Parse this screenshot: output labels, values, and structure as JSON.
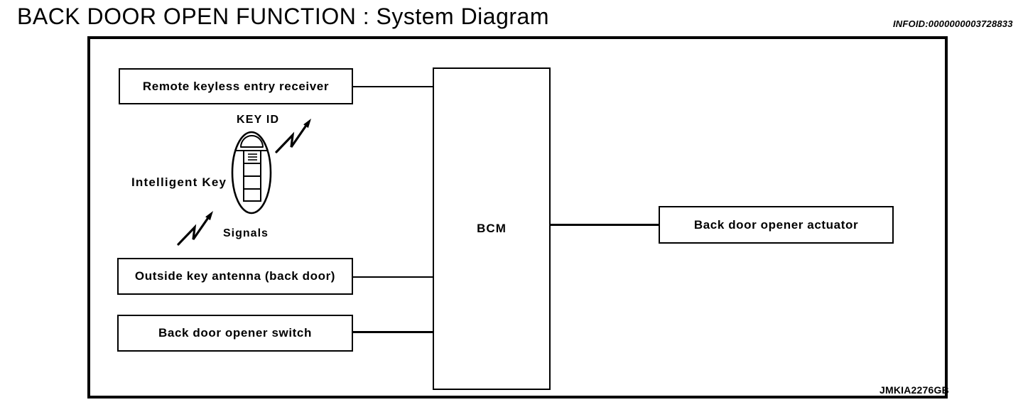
{
  "page": {
    "title": "BACK DOOR OPEN FUNCTION : System Diagram",
    "infoid": "INFOID:0000000003728833",
    "figure_code": "JMKIA2276GB"
  },
  "diagram": {
    "boxes": {
      "remote_keyless_entry_receiver": "Remote keyless entry receiver",
      "outside_key_antenna": "Outside key antenna (back door)",
      "back_door_opener_switch": "Back door opener switch",
      "bcm": "BCM",
      "back_door_opener_actuator": "Back door opener actuator"
    },
    "labels": {
      "key_id": "KEY ID",
      "intelligent_key": "Intelligent Key",
      "signals": "Signals"
    },
    "connections": [
      {
        "from": "remote_keyless_entry_receiver",
        "to": "bcm"
      },
      {
        "from": "outside_key_antenna",
        "to": "bcm"
      },
      {
        "from": "back_door_opener_switch",
        "to": "bcm"
      },
      {
        "from": "bcm",
        "to": "back_door_opener_actuator"
      }
    ],
    "icons": {
      "key_fob": "intelligent-key-fob-illustration",
      "signal_arrow": "zigzag-signal-arrow"
    },
    "colors": {
      "line": "#000000",
      "background": "#ffffff"
    }
  }
}
